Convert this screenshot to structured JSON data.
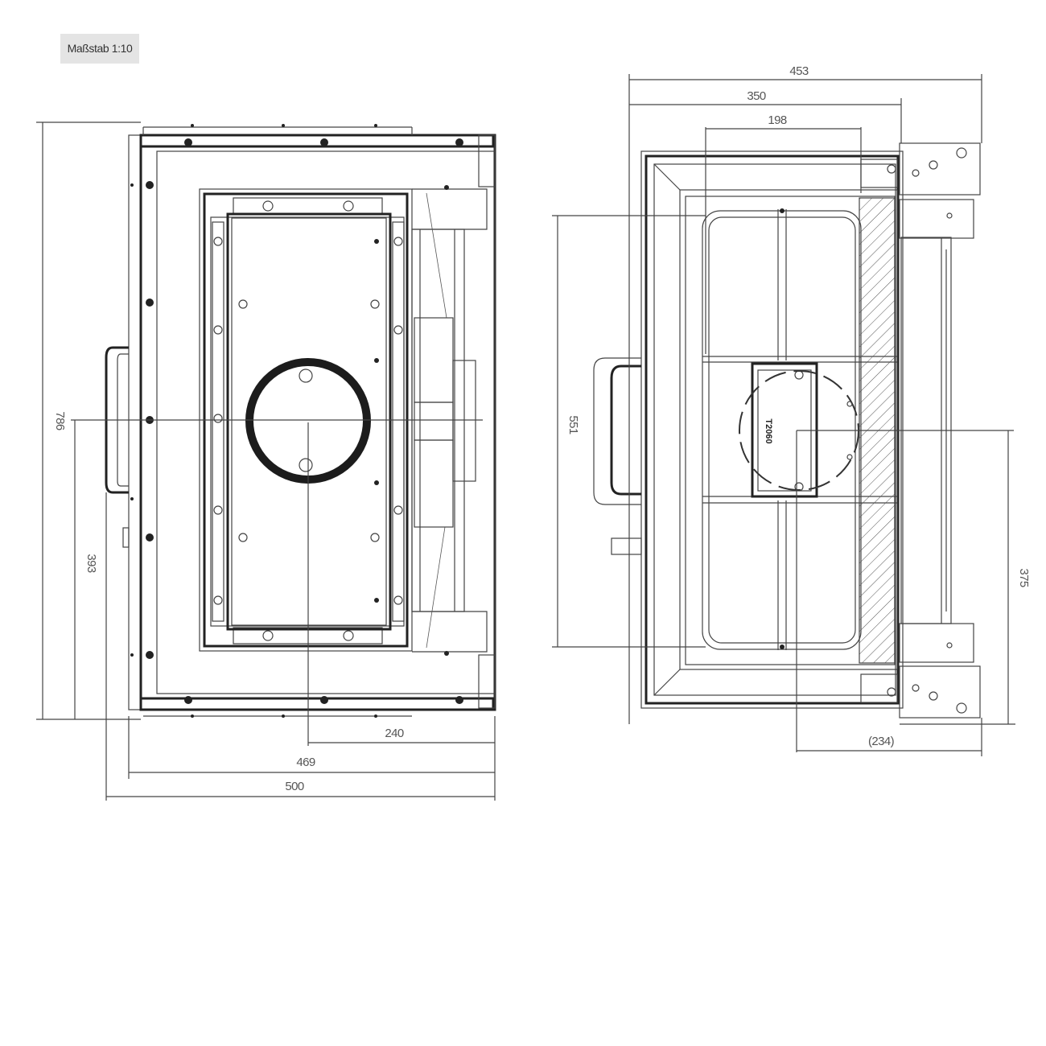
{
  "scale_label": "Maßstab 1:10",
  "left_view": {
    "dim_height_total": "786",
    "dim_height_center": "393",
    "dim_offset": "240",
    "dim_inner_width": "469",
    "dim_outer_width": "500"
  },
  "right_view": {
    "dim_width_total": "453",
    "dim_width_mid": "350",
    "dim_width_inner": "198",
    "dim_height_window": "551",
    "dim_height_center": "375",
    "dim_bottom_offset": "(234)",
    "plate_text": "T2060"
  }
}
